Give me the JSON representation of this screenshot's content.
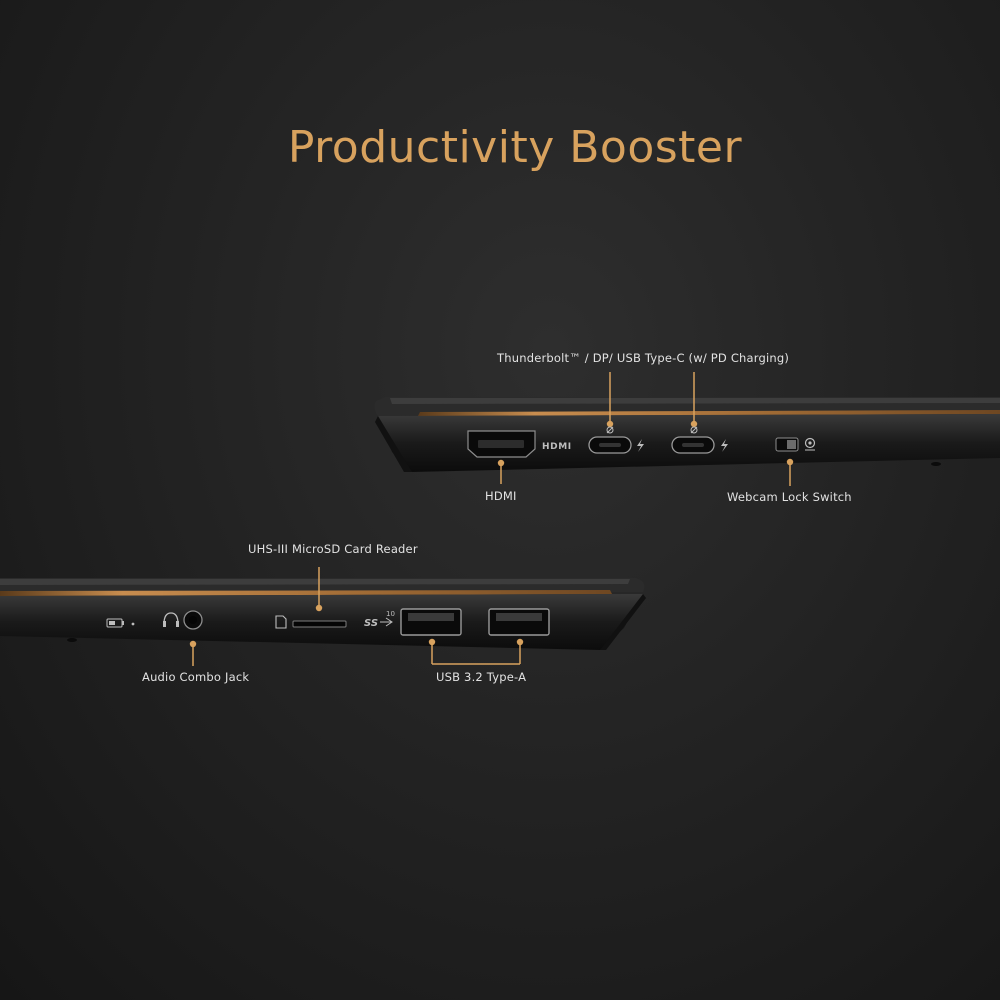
{
  "title": "Productivity Booster",
  "colors": {
    "accent": "#d8a25e",
    "background": "#232323",
    "label_text": "#e2e2e2"
  },
  "upper_view": {
    "labels": {
      "thunderbolt": "Thunderbolt™ / DP/ USB Type-C (w/ PD Charging)",
      "hdmi": "HDMI",
      "webcam_switch": "Webcam Lock Switch"
    },
    "printed_marks": {
      "hdmi_logo": "HDMI"
    },
    "icons": [
      "hdmi-port-icon",
      "usb-c-port-icon",
      "thunderbolt-icon",
      "webcam-switch-icon"
    ]
  },
  "lower_view": {
    "labels": {
      "card_reader": "UHS-III MicroSD Card Reader",
      "audio_jack": "Audio Combo Jack",
      "usb_a": "USB 3.2 Type-A"
    },
    "printed_marks": {
      "superspeed": "SS",
      "superspeed_rate": "10"
    },
    "icons": [
      "battery-led-icon",
      "headset-icon",
      "sd-card-icon",
      "usb-a-port-icon"
    ]
  }
}
